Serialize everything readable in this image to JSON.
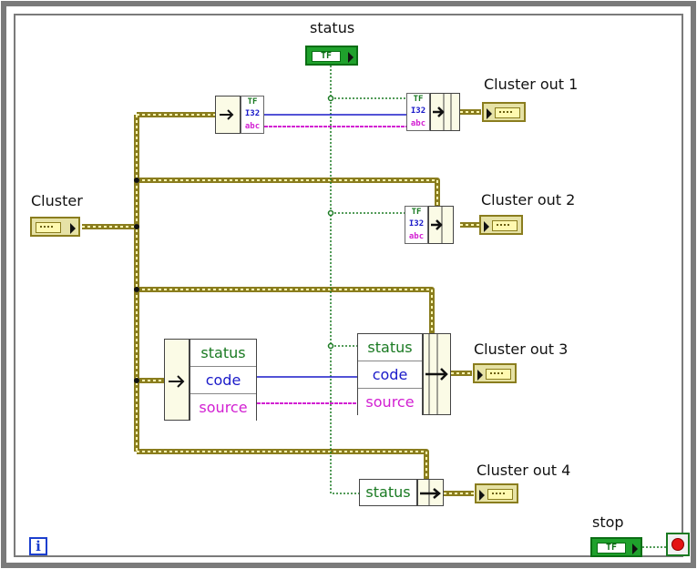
{
  "labels": {
    "status": "status",
    "cluster": "Cluster",
    "cluster_out_1": "Cluster out 1",
    "cluster_out_2": "Cluster out 2",
    "cluster_out_3": "Cluster out 3",
    "cluster_out_4": "Cluster out 4",
    "stop": "stop"
  },
  "unbundle_large": {
    "items": [
      "status",
      "code",
      "source"
    ]
  },
  "bundle_large": {
    "items": [
      "status",
      "code",
      "source"
    ]
  },
  "bundle_small": {
    "items": [
      "status"
    ]
  },
  "mini_node": {
    "row1": "TF",
    "row2": "I32",
    "row3": "abc"
  },
  "bool_control_text": "TF",
  "loop_iteration": "i",
  "colors": {
    "cluster_wire": "#8a7d1e",
    "boolean_wire": "#1a7a22",
    "numeric_wire": "#1a1ac9",
    "string_wire": "#d21fd2",
    "frame": "#7a7a7a"
  }
}
